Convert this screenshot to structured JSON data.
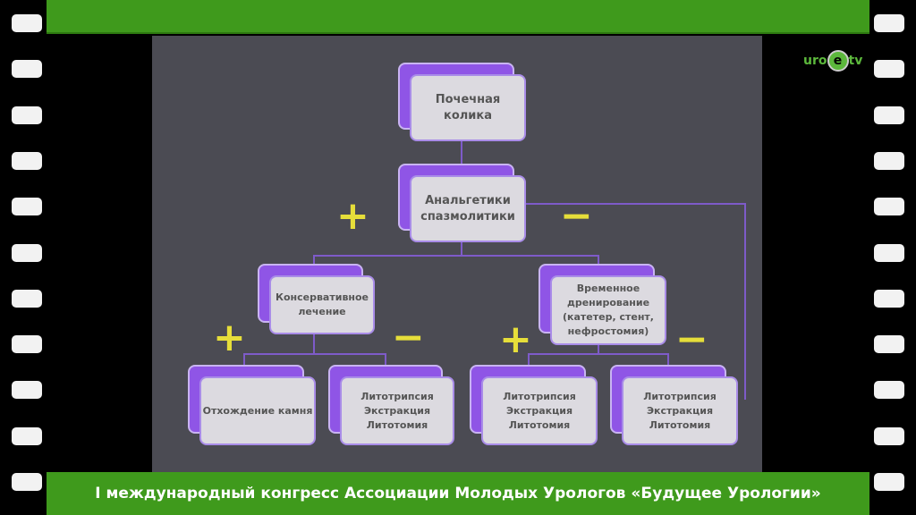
{
  "logo": {
    "left": "uro",
    "mid": "e",
    "right": "tv"
  },
  "footer": "I международный конгресс Ассоциации Молодых Урологов «Будущее Урологии»",
  "diagram": {
    "root": [
      "Почечная",
      "колика"
    ],
    "level1": [
      "Анальгетики",
      "спазмолитики"
    ],
    "left": [
      "Консервативное",
      "лечение"
    ],
    "right": [
      "Временное",
      "дренирование",
      "(катетер, стент,",
      "нефростомия)"
    ],
    "leaf1": [
      "Отхождение камня"
    ],
    "leaf2": [
      "Литотрипсия",
      "Экстракция",
      "Литотомия"
    ],
    "leaf3": [
      "Литотрипсия",
      "Экстракция",
      "Литотомия"
    ],
    "leaf4": [
      "Литотрипсия",
      "Экстракция",
      "Литотомия"
    ],
    "plus": "+",
    "minus": "−"
  }
}
